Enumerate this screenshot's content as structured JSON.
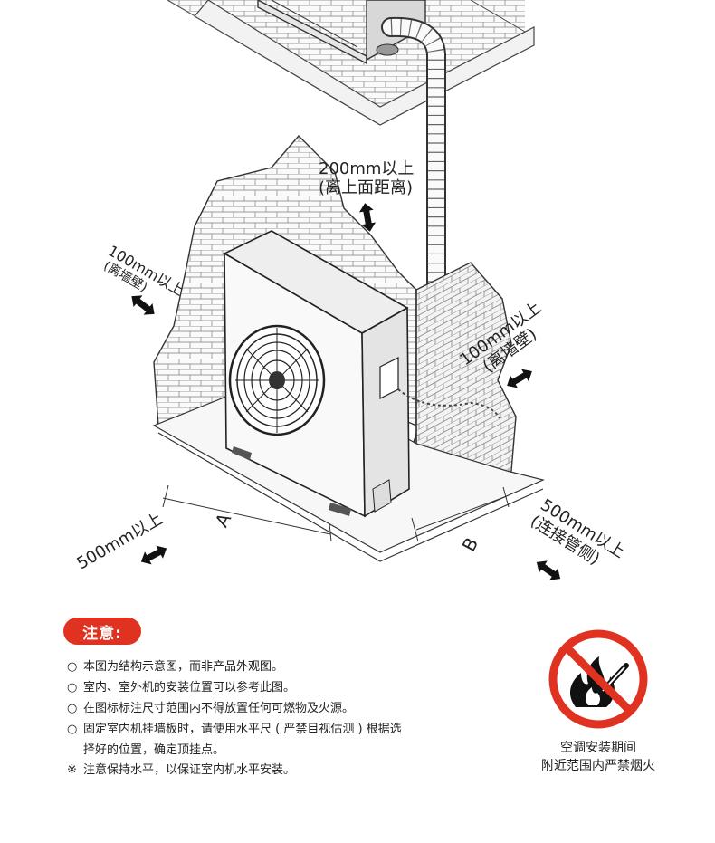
{
  "labels": {
    "top_clearance": [
      "200mm以上",
      "(离上面距离)"
    ],
    "left_clearance": [
      "100mm以上",
      "(离墙壁)"
    ],
    "right_clearance": [
      "100mm以上",
      "(离墙壁)"
    ],
    "front_clearance": "500mm以上",
    "side_clearance": [
      "500mm以上",
      "(连接管侧)"
    ],
    "dim_a": "A",
    "dim_b": "B"
  },
  "notice": {
    "title": "注意:",
    "items": [
      {
        "mark": "○",
        "text": "本图为结构示意图，而非产品外观图。"
      },
      {
        "mark": "○",
        "text": "室内、室外机的安装位置可以参考此图。"
      },
      {
        "mark": "○",
        "text": "在图标标注尺寸范围内不得放置任何可燃物及火源。"
      },
      {
        "mark": "○",
        "text": "固定室内机挂墙板时，请使用水平尺 ( 严禁目视估测 ) 根据选",
        "continuation": "择好的位置，确定顶挂点。"
      },
      {
        "mark": "※",
        "text": "注意保持水平，以保证室内机水平安装。"
      }
    ]
  },
  "warning": {
    "icon": "no-fire-icon",
    "caption": [
      "空调安装期间",
      "附近范围内严禁烟火"
    ],
    "color": "#e03220"
  }
}
